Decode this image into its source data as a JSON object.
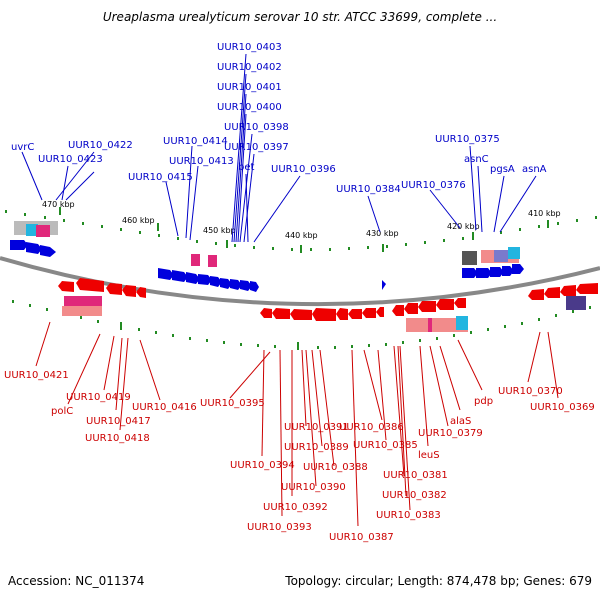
{
  "title": "Ureaplasma urealyticum serovar 10 str. ATCC 33699, complete ...",
  "accession": "Accession: NC_011374",
  "stats": "Topology: circular; Length: 874,478 bp; Genes: 679",
  "colors": {
    "forward": "#0000c8",
    "reverse": "#cc0000",
    "backbone": "#888888",
    "tick": "#228b22"
  },
  "kbp_ticks": [
    "470 kbp",
    "460 kbp",
    "450 kbp",
    "440 kbp",
    "430 kbp",
    "420 kbp",
    "410 kbp"
  ],
  "forward_genes": [
    "UUR10_0403",
    "UUR10_0402",
    "UUR10_0401",
    "UUR10_0400",
    "UUR10_0398",
    "UUR10_0414",
    "UUR10_0397",
    "UUR10_0413",
    "bet",
    "UUR10_0396",
    "UUR10_0415",
    "uvrC",
    "UUR10_0422",
    "UUR10_0423",
    "UUR10_0384",
    "UUR10_0375",
    "asnC",
    "UUR10_0376",
    "pgsA",
    "asnA"
  ],
  "reverse_genes": [
    "UUR10_0421",
    "polC",
    "UUR10_0419",
    "UUR10_0417",
    "UUR10_0418",
    "UUR10_0416",
    "UUR10_0395",
    "UUR10_0394",
    "UUR10_0391",
    "UUR10_0389",
    "UUR10_0388",
    "UUR10_0390",
    "UUR10_0392",
    "UUR10_0393",
    "UUR10_0387",
    "UUR10_0386",
    "UUR10_0385",
    "UUR10_0381",
    "UUR10_0382",
    "UUR10_0383",
    "leuS",
    "alaS",
    "UUR10_0379",
    "pdp",
    "UUR10_0370",
    "UUR10_0369"
  ]
}
